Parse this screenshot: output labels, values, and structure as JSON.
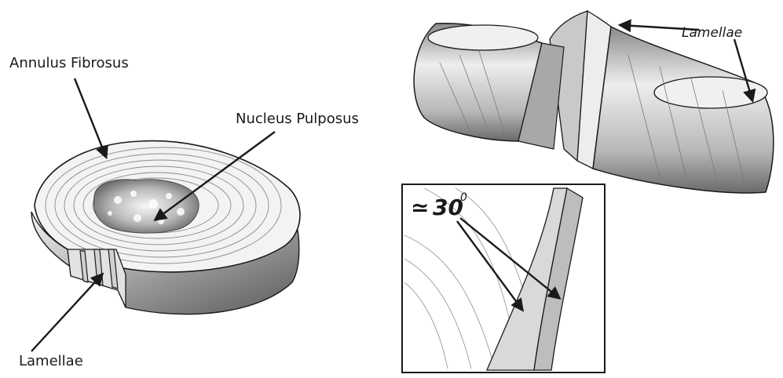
{
  "labels": {
    "annulus_fibrosus": "Annulus Fibrosus",
    "nucleus_pulposus": "Nucleus Pulposus",
    "lamellae_left": "Lamellae",
    "lamellae_right": "Lamellae",
    "angle_symbol": "≃",
    "angle_value": "30",
    "angle_unit": "0"
  },
  "colors": {
    "ink": "#1a1a1a",
    "shade_dark": "#6e6e6e",
    "shade_mid": "#bdbdbd",
    "shade_light": "#ededed",
    "paper": "#ffffff"
  }
}
